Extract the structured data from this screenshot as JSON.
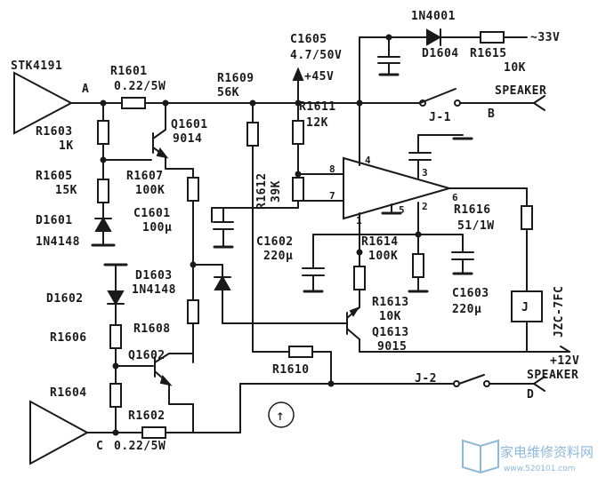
{
  "amplifier": {
    "chip": "STK4191"
  },
  "nodes": {
    "a": "A",
    "b": "B",
    "c": "C",
    "d": "D"
  },
  "resistors": {
    "r1601": "R1601",
    "r1601_val": "0.22/5W",
    "r1602": "R1602",
    "r1602_val": "0.22/5W",
    "r1603": "R1603",
    "r1603_val": "1K",
    "r1604": "R1604",
    "r1605": "R1605",
    "r1605_val": "15K",
    "r1606": "R1606",
    "r1607": "R1607",
    "r1607_val": "100K",
    "r1608": "R1608",
    "r1609": "R1609",
    "r1609_val": "56K",
    "r1610": "R1610",
    "r1611": "R1611",
    "r1611_val": "12K",
    "r1612": "R1612",
    "r1612_val": "39K",
    "r1613": "R1613",
    "r1613_val": "10K",
    "r1614": "R1614",
    "r1614_val": "100K",
    "r1615": "R1615",
    "r1615_val": "10K",
    "r1616": "R1616",
    "r1616_val": "51/1W"
  },
  "capacitors": {
    "c1601": "C1601",
    "c1601_val": "100µ",
    "c1602": "C1602",
    "c1602_val": "220µ",
    "c1603": "C1603",
    "c1603_val": "220µ",
    "c1605": "C1605",
    "c1605_val": "4.7/50V"
  },
  "diodes": {
    "d1601": "D1601",
    "d1601_type": "1N4148",
    "d1602": "D1602",
    "d1603": "D1603",
    "d1603_type": "1N4148",
    "d1604": "D1604",
    "d1604_type": "1N4001"
  },
  "transistors": {
    "q1601": "Q1601",
    "q1601_type": "9014",
    "q1602": "Q1602",
    "q1613": "Q1613",
    "q1613_type": "9015"
  },
  "relay": {
    "coil": "J",
    "model": "JZC-7FC",
    "contact1": "J-1",
    "contact2": "J-2"
  },
  "ic_pins": {
    "p1": "1",
    "p2": "2",
    "p3": "3",
    "p4": "4",
    "p5": "5",
    "p6": "6",
    "p7": "7",
    "p8": "8"
  },
  "supplies": {
    "v45": "+45V",
    "v33": "~33V",
    "v12": "+12V"
  },
  "outputs": {
    "speaker1": "SPEAKER",
    "speaker2": "SPEAKER"
  },
  "misc": {
    "circle_marker": "↑"
  },
  "watermark": {
    "cn": "家电维修资料网",
    "url": "www.520101.com"
  }
}
